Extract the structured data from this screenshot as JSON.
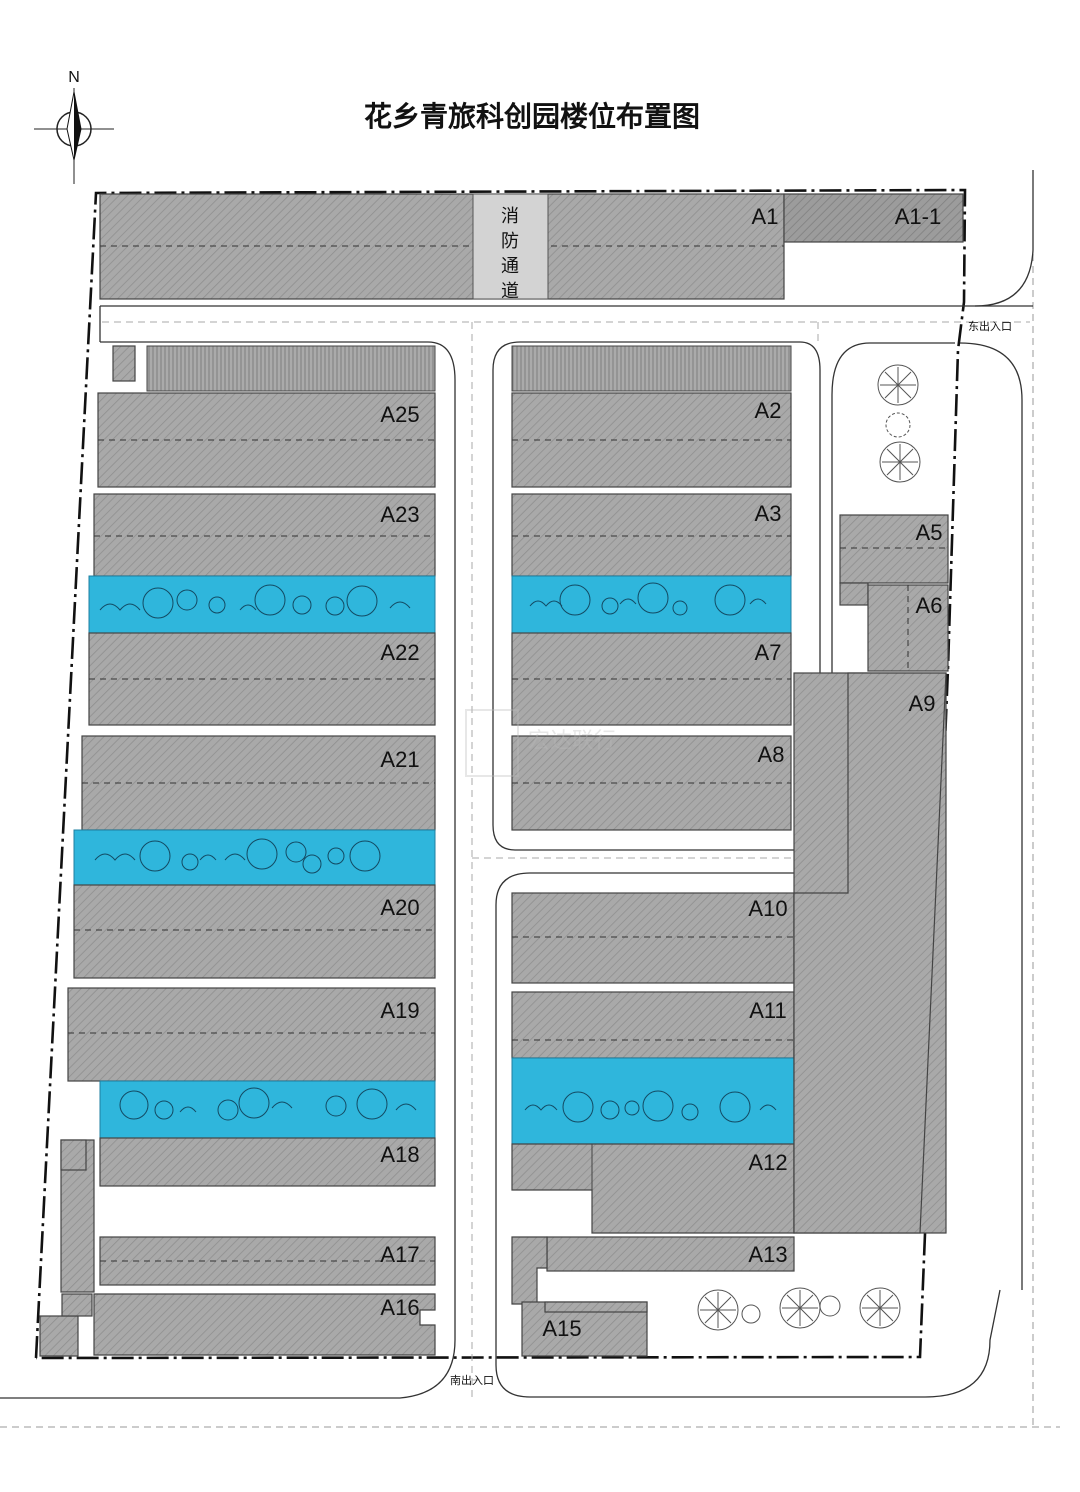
{
  "title": "花乡青旅科创园楼位布置图",
  "compass": {
    "north_label": "N"
  },
  "fire_lane": {
    "chars": [
      "消",
      "防",
      "通",
      "道"
    ]
  },
  "entrances": {
    "east": "东出入口",
    "south": "南出入口"
  },
  "buildings": {
    "A1": "A1",
    "A1_1": "A1-1",
    "A2": "A2",
    "A3": "A3",
    "A5": "A5",
    "A6": "A6",
    "A7": "A7",
    "A8": "A8",
    "A9": "A9",
    "A10": "A10",
    "A11": "A11",
    "A12": "A12",
    "A13": "A13",
    "A15": "A15",
    "A16": "A16",
    "A17": "A17",
    "A18": "A18",
    "A19": "A19",
    "A20": "A20",
    "A21": "A21",
    "A22": "A22",
    "A23": "A23",
    "A25": "A25"
  },
  "watermark": {
    "text": "宏达联行"
  },
  "colors": {
    "canal": "#2fb6dc",
    "building": "#a9a9a9",
    "fire_lane": "#cfcfcf"
  }
}
